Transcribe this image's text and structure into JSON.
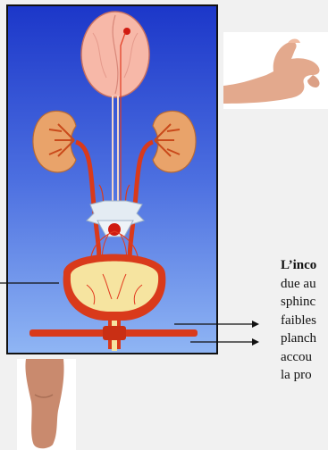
{
  "text_lines": {
    "title": "L’inco",
    "line1": "due au",
    "line2": "sphinc",
    "line3": "faibles",
    "line4": "planch",
    "line5": "accou",
    "line6": "la pro"
  },
  "colors": {
    "panel_top": "#1c37c9",
    "panel_bottom": "#8fb5f4",
    "organ_red": "#d93a1b",
    "brain_pink": "#f7b8a8",
    "kidney_tan": "#e9a36a",
    "bladder_yellow": "#f6e4a0"
  },
  "icons": [
    "baby-hand-image",
    "baby-leg-image"
  ]
}
